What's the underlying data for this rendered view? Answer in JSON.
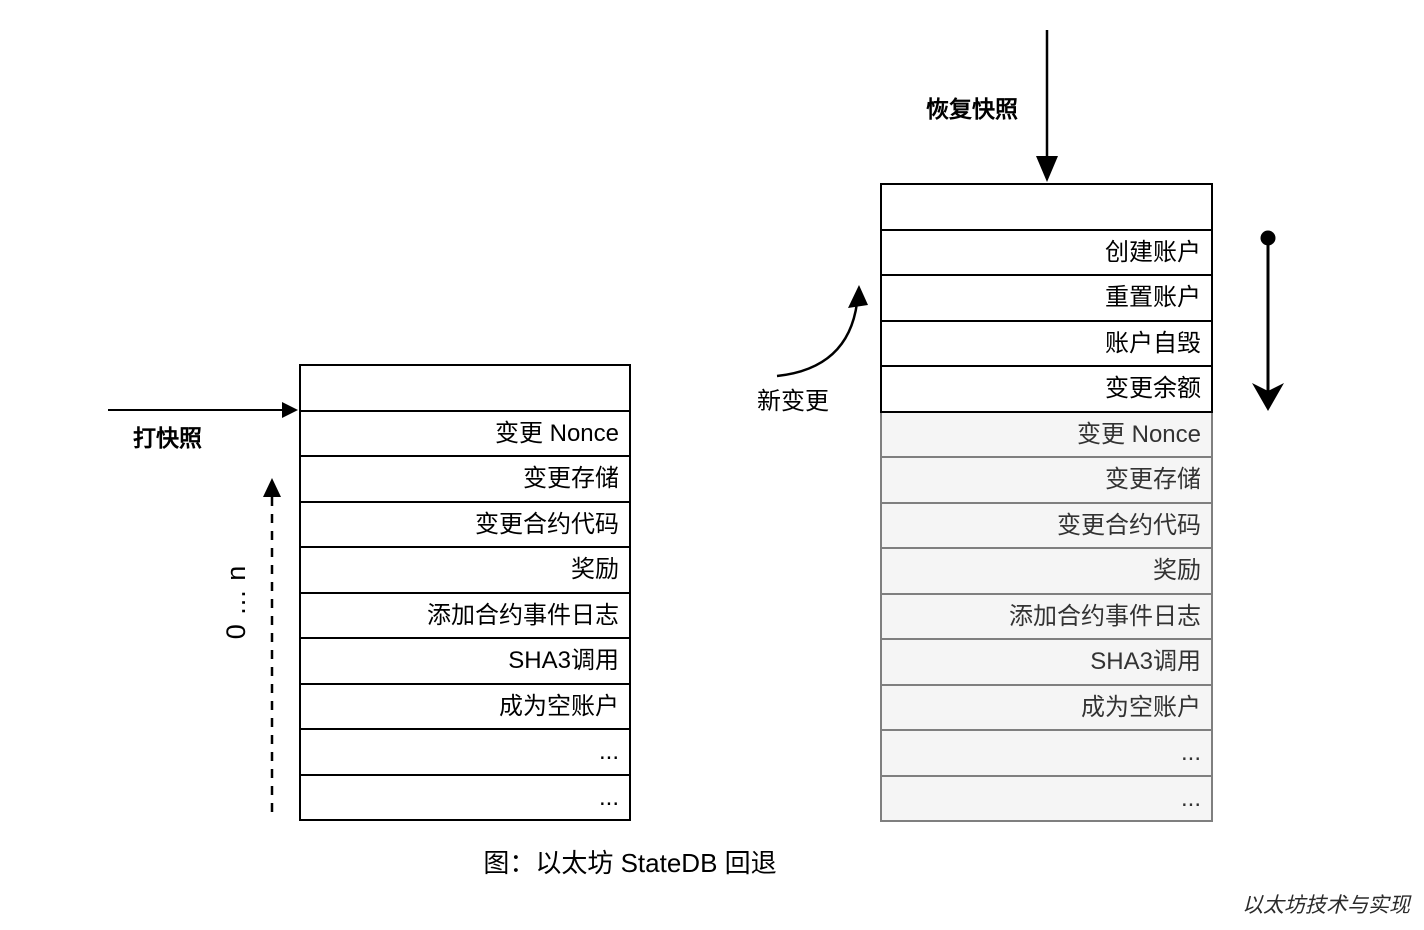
{
  "caption": "图：以太坊 StateDB 回退",
  "watermark": "以太坊技术与实现",
  "colors": {
    "line": "#000000",
    "gray_row_bg": "#f5f5f5",
    "gray_row_border": "#7f7f7f",
    "gray_row_text": "#333333"
  },
  "left_stack": {
    "snapshot_arrow_label": "打快照",
    "range_label": "0 ... n",
    "rows": [
      "",
      "变更 Nonce",
      "变更存储",
      "变更合约代码",
      "奖励",
      "添加合约事件日志",
      "SHA3调用",
      "成为空账户",
      "...",
      "..."
    ]
  },
  "right_stack": {
    "restore_arrow_label": "恢复快照",
    "new_change_label": "新变更",
    "new_rows": [
      "",
      "创建账户",
      "重置账户",
      "账户自毁",
      "变更余额"
    ],
    "snapshot_rows": [
      "变更 Nonce",
      "变更存储",
      "变更合约代码",
      "奖励",
      "添加合约事件日志",
      "SHA3调用",
      "成为空账户",
      "...",
      "..."
    ]
  }
}
